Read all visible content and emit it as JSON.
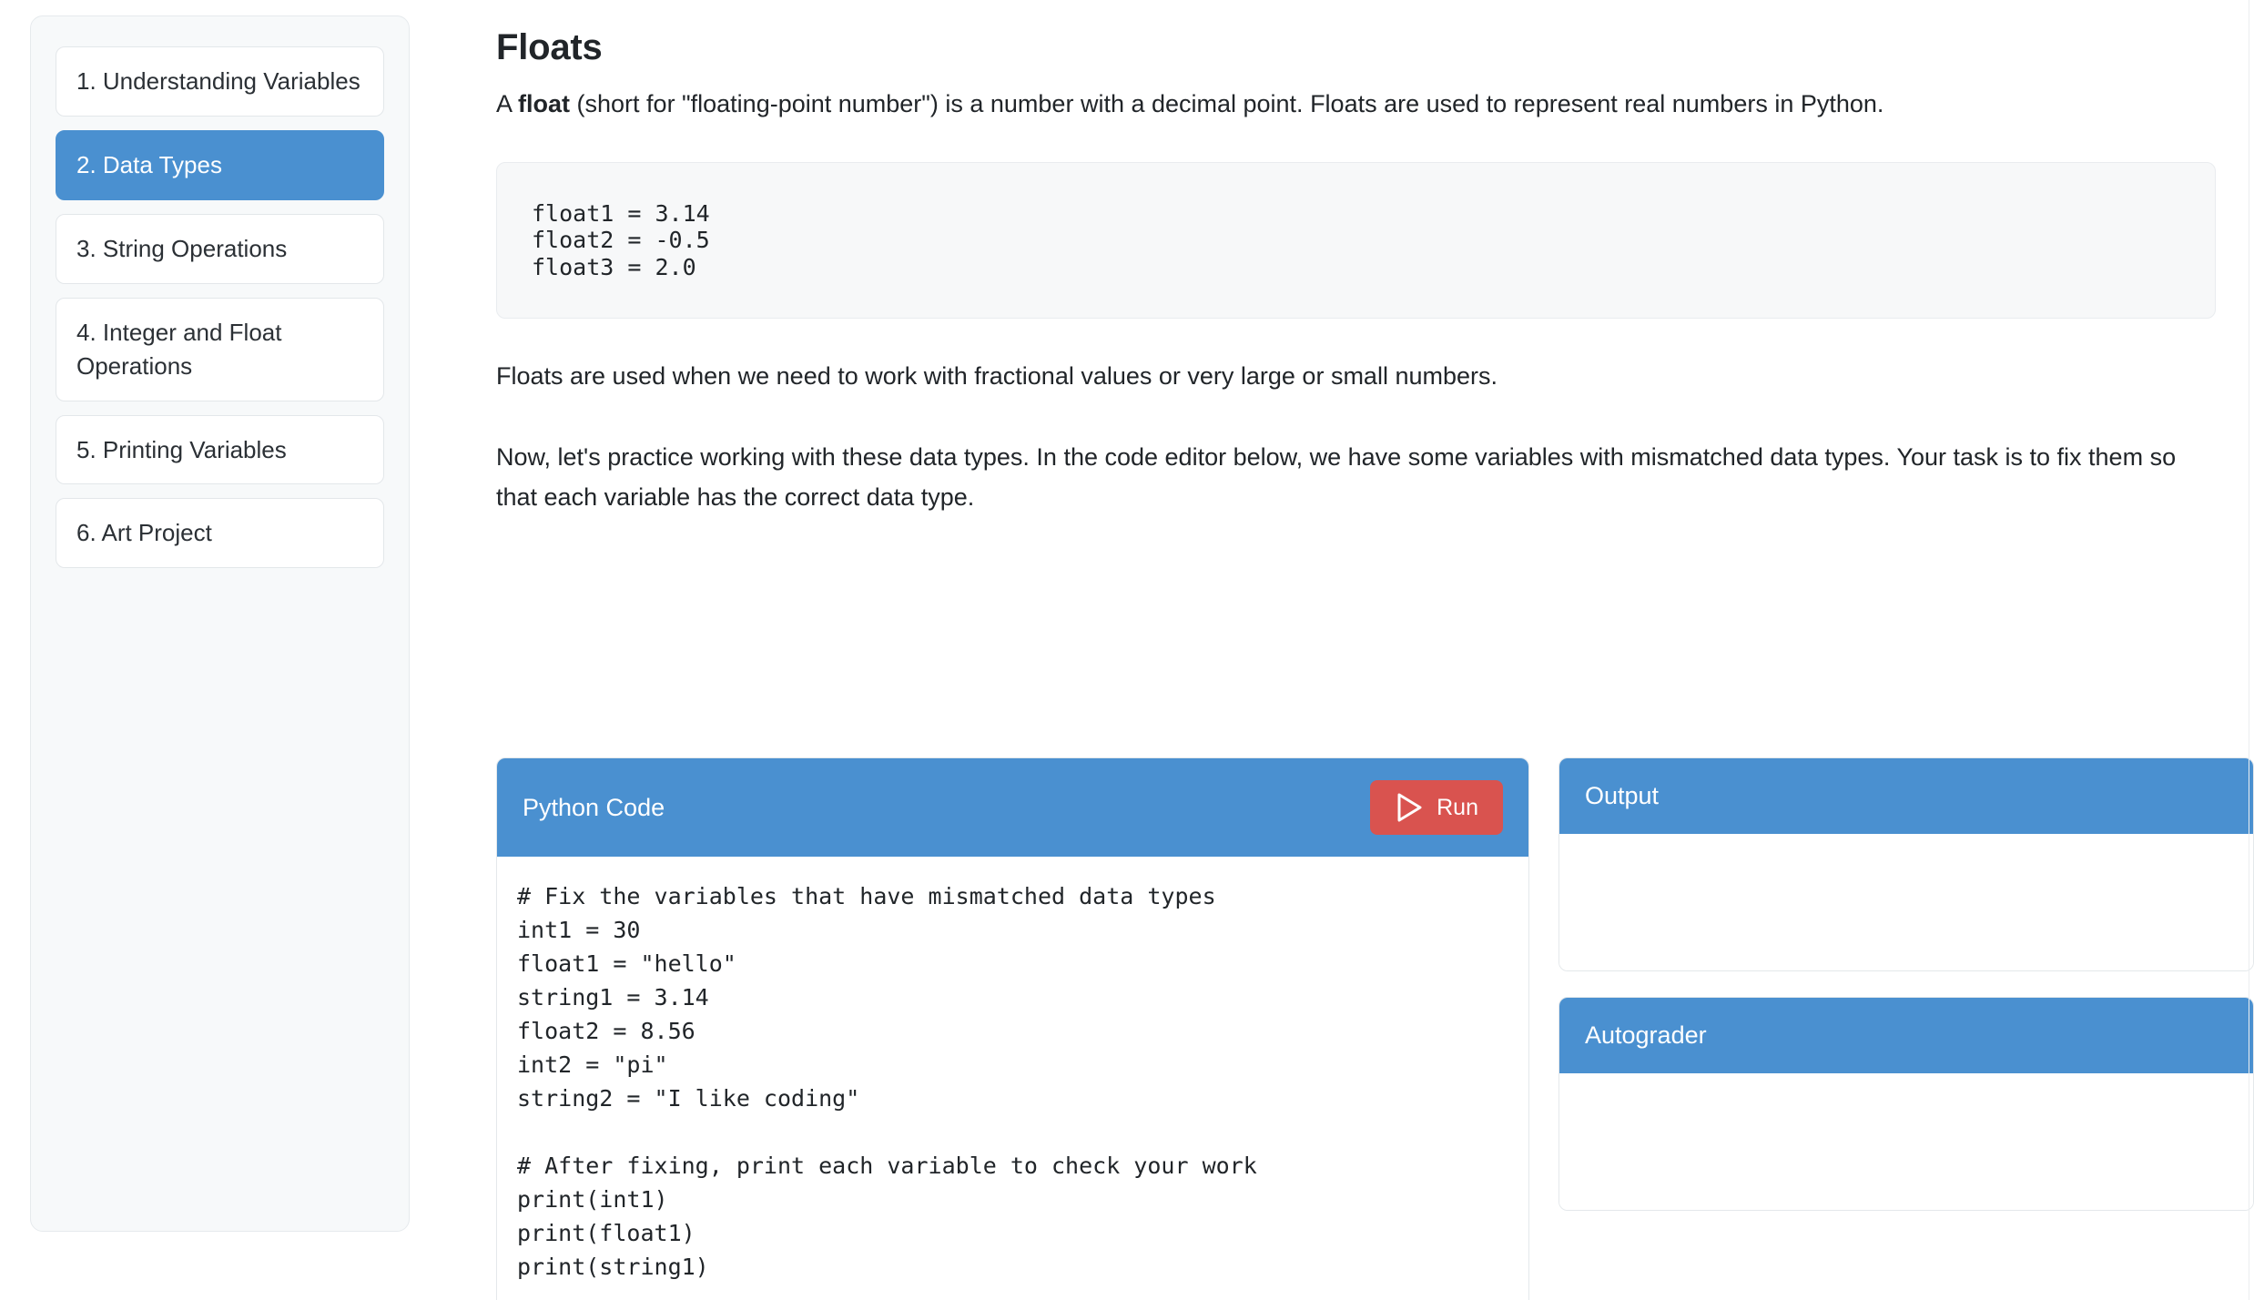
{
  "sidebar": {
    "items": [
      {
        "label": "1. Understanding Variables",
        "active": false
      },
      {
        "label": "2. Data Types",
        "active": true
      },
      {
        "label": "3. String Operations",
        "active": false
      },
      {
        "label": "4. Integer and Float Operations",
        "active": false
      },
      {
        "label": "5. Printing Variables",
        "active": false
      },
      {
        "label": "6. Art Project",
        "active": false
      }
    ]
  },
  "main": {
    "title": "Floats",
    "intro_prefix": "A ",
    "intro_bold": "float",
    "intro_suffix": " (short for \"floating-point number\") is a number with a decimal point. Floats are used to represent real numbers in Python.",
    "code_example": "float1 = 3.14\nfloat2 = -0.5\nfloat3 = 2.0",
    "para_2": "Floats are used when we need to work with fractional values or very large or small numbers.",
    "para_3": "Now, let's practice working with these data types. In the code editor below, we have some variables with mismatched data types. Your task is to fix them so that each variable has the correct data type."
  },
  "editor_panel": {
    "title": "Python Code",
    "run_label": "Run",
    "run_icon": "play-triangle-icon",
    "run_color": "#d9534f",
    "header_color": "#4a90d0",
    "code": "# Fix the variables that have mismatched data types\nint1 = 30\nfloat1 = \"hello\"\nstring1 = 3.14\nfloat2 = 8.56\nint2 = \"pi\"\nstring2 = \"I like coding\"\n\n# After fixing, print each variable to check your work\nprint(int1)\nprint(float1)\nprint(string1)"
  },
  "output_panel": {
    "title": "Output",
    "content": ""
  },
  "autograder_panel": {
    "title": "Autograder",
    "content": ""
  }
}
